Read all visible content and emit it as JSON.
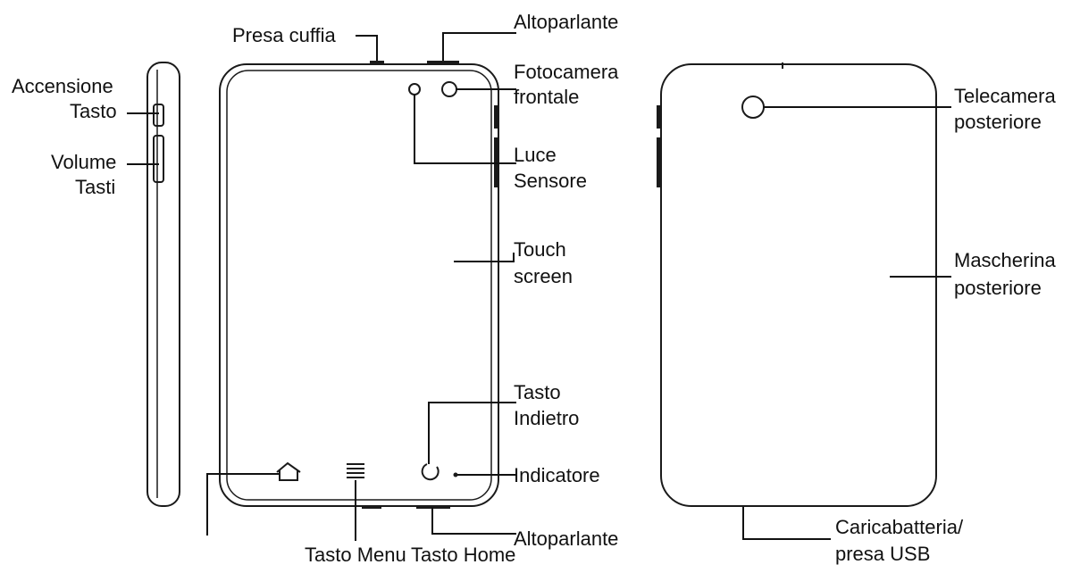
{
  "labels": {
    "presa_cuffia": "Presa cuffia",
    "altoparlante_top": "Altoparlante",
    "fotocamera_1": "Fotocamera",
    "fotocamera_2": "frontale",
    "accensione_1": "Accensione",
    "accensione_2": "Tasto",
    "volume_1": "Volume",
    "volume_2": "Tasti",
    "luce_1": "Luce",
    "luce_2": "Sensore",
    "touch_1": "Touch",
    "touch_2": "screen",
    "indietro_1": "Tasto",
    "indietro_2": "Indietro",
    "indicatore": "Indicatore",
    "altoparlante_bottom": "Altoparlante",
    "tasto_menu": "Tasto Menu",
    "tasto_home": "Tasto Home",
    "telecamera_1": "Telecamera",
    "telecamera_2": "posteriore",
    "mascherina_1": "Mascherina",
    "mascherina_2": "posteriore",
    "carica_1": "Caricabatteria/",
    "carica_2": "presa USB"
  }
}
